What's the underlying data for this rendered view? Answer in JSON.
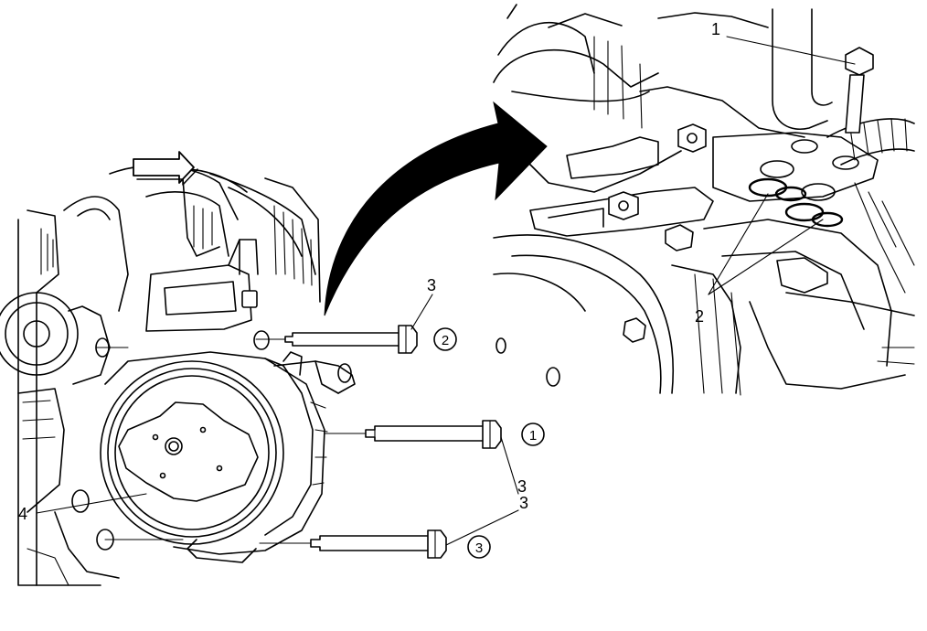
{
  "callouts": {
    "c1": "1",
    "c2": "2",
    "c3a": "3",
    "c3b": "3",
    "c3c": "3",
    "c4": "4"
  },
  "sequence": {
    "s1": "1",
    "s2": "2",
    "s3": "3"
  },
  "icons": {
    "view_direction": "view-direction-arrow-icon",
    "detail_transition": "curved-transition-arrow-icon"
  },
  "colors": {
    "line": "#000000",
    "background": "#ffffff",
    "arrow_fill": "#000000"
  }
}
